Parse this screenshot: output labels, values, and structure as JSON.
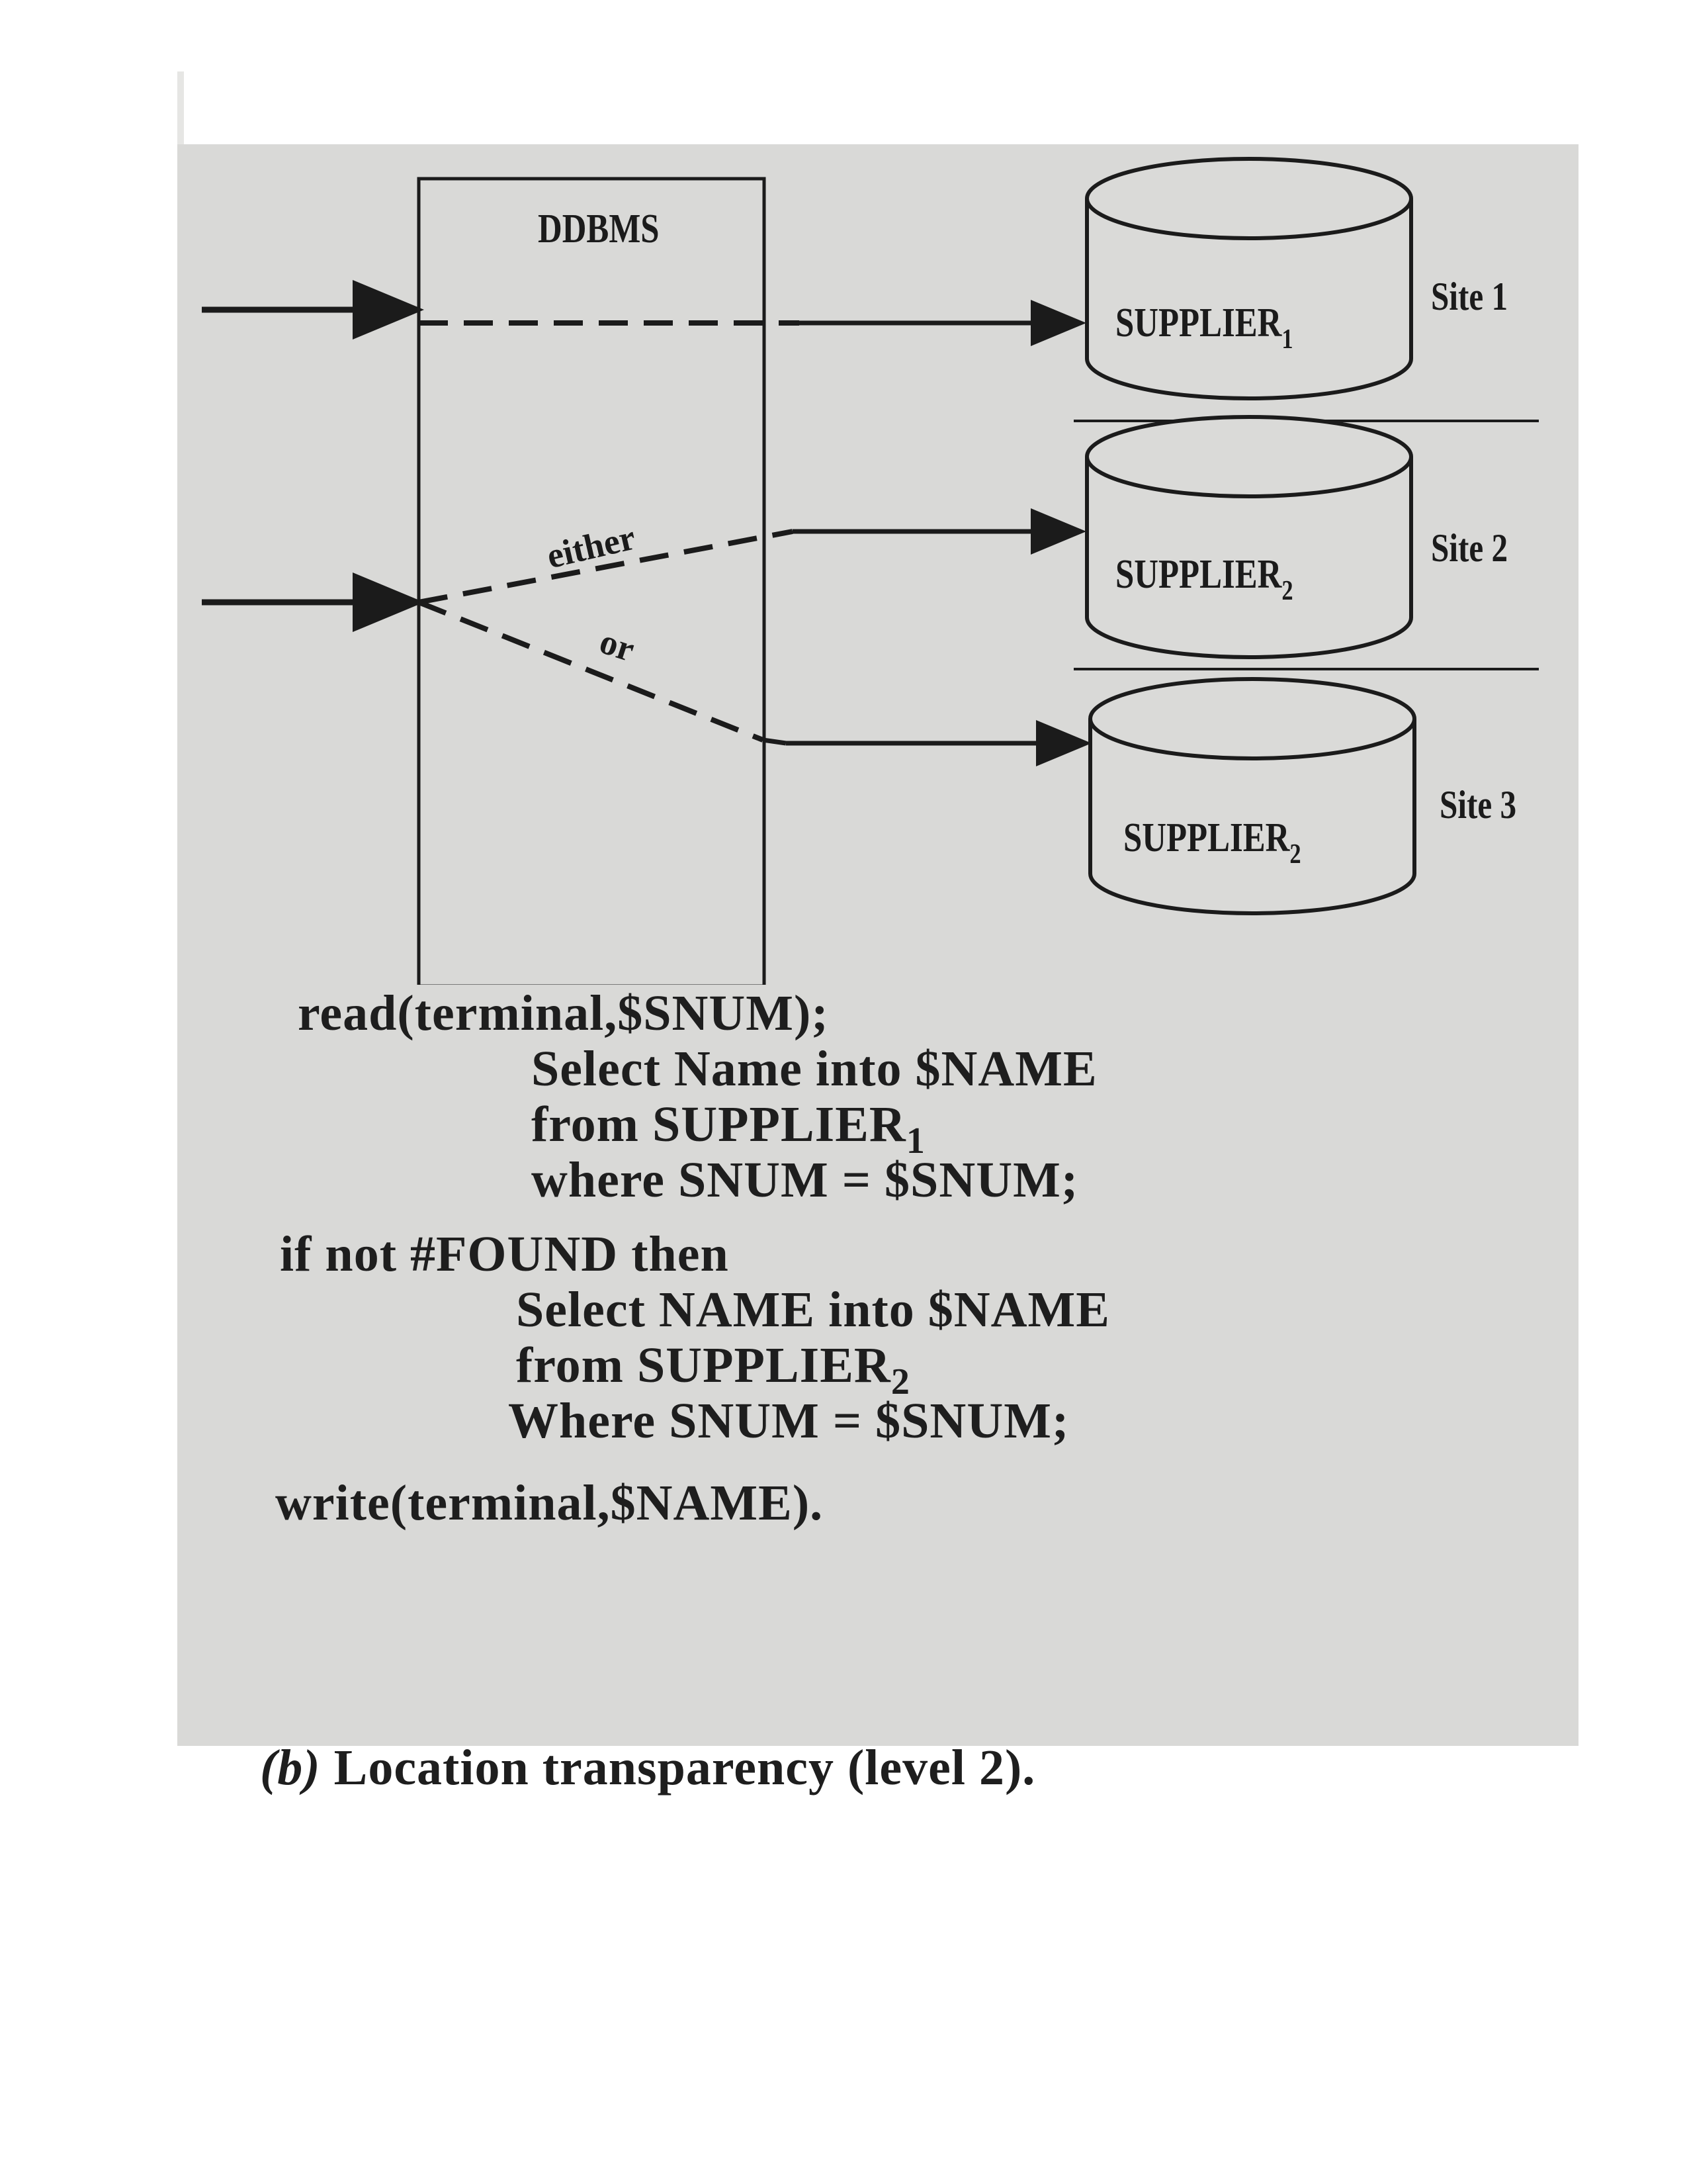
{
  "diagram": {
    "ddbms_label": "DDBMS",
    "either_label": "either",
    "or_label": "or",
    "databases": [
      {
        "name": "SUPPLIER",
        "subscript": "1",
        "site": "Site 1"
      },
      {
        "name": "SUPPLIER",
        "subscript": "2",
        "site": "Site 2"
      },
      {
        "name": "SUPPLIER",
        "subscript": "2",
        "site": "Site 3"
      }
    ]
  },
  "code": {
    "lines": [
      {
        "text": "read(terminal,$SNUM);"
      },
      {
        "text": "Select Name into $NAME"
      },
      {
        "text": "from SUPPLIER",
        "sub": "1"
      },
      {
        "text": "where SNUM = $SNUM;"
      },
      {
        "text": "if not #FOUND then"
      },
      {
        "text": "Select NAME into $NAME"
      },
      {
        "text": "from SUPPLIER",
        "sub": "2"
      },
      {
        "text": "Where SNUM = $SNUM;"
      },
      {
        "text": "write(terminal,$NAME)."
      }
    ]
  },
  "caption": {
    "label": "(b)",
    "text": "Location transparency (level 2)."
  }
}
